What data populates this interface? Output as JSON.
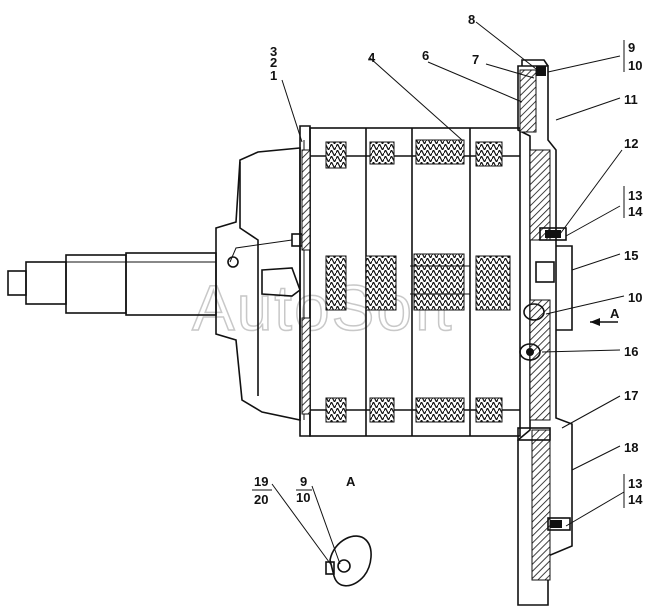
{
  "labels": {
    "l3": "3",
    "l2": "2",
    "l1": "1",
    "l4": "4",
    "l6": "6",
    "l7": "7",
    "l8": "8",
    "l9a": "9",
    "l10a": "10",
    "l11": "11",
    "l12": "12",
    "l13a": "13",
    "l14a": "14",
    "l15": "15",
    "l10b": "10",
    "l16": "16",
    "l17": "17",
    "l18": "18",
    "l13b": "13",
    "l14b": "14",
    "l19": "19",
    "l20": "20",
    "l9c": "9",
    "l10c": "10",
    "view_a": "A",
    "arrow_a": "A"
  },
  "watermark": "AutoSoft"
}
